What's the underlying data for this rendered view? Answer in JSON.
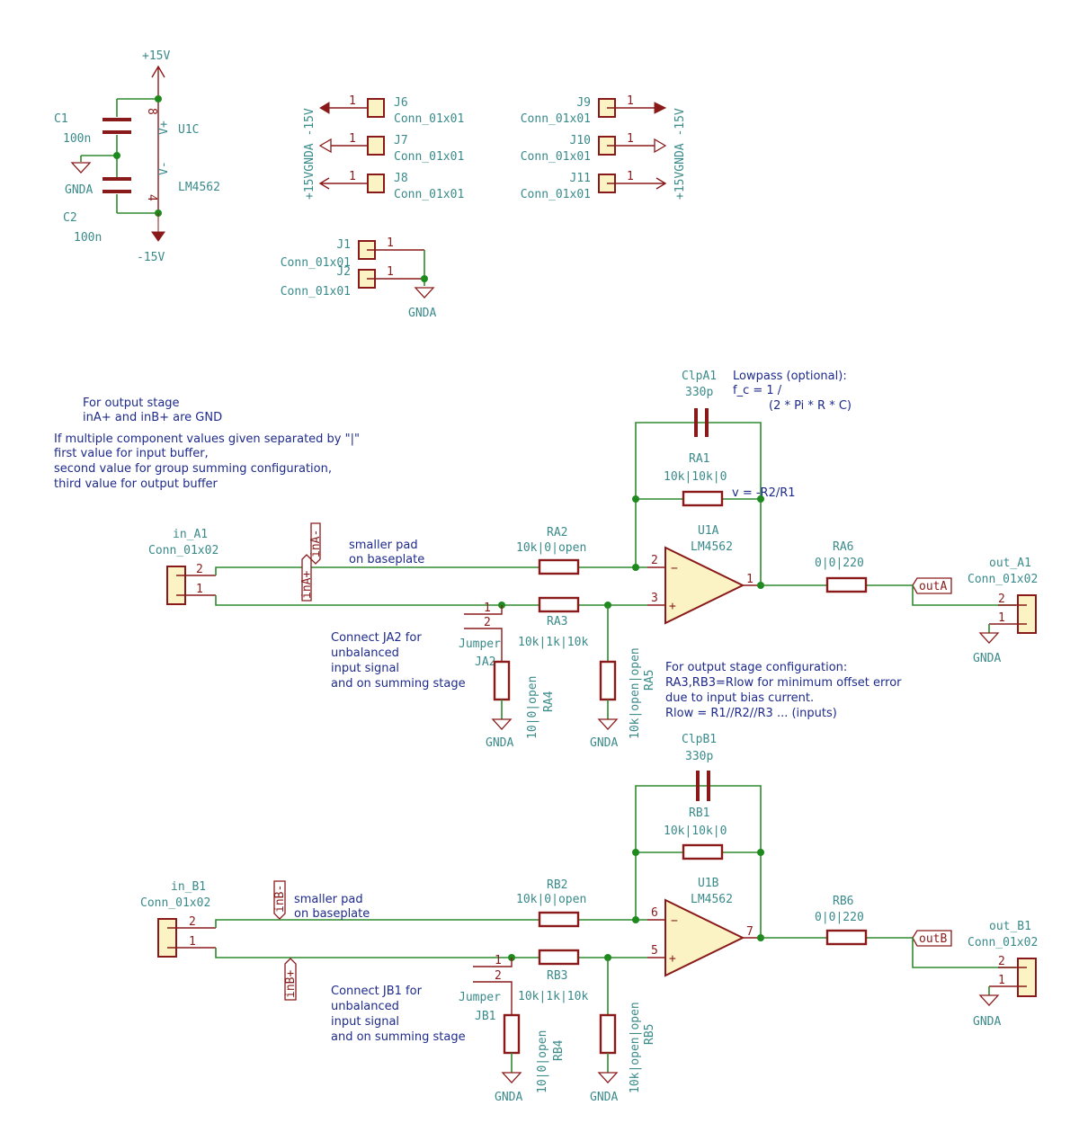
{
  "power": {
    "pos_label": "+15V",
    "neg_label": "-15V",
    "gnd_label": "GNDA",
    "u1c": {
      "ref": "U1C",
      "value": "LM4562",
      "pin_top": "8",
      "pin_bot": "4",
      "vplus": "V+",
      "vminus": "V-"
    },
    "c1": {
      "ref": "C1",
      "value": "100n"
    },
    "c2": {
      "ref": "C2",
      "value": "100n"
    }
  },
  "connectors_left": [
    {
      "ref": "J6",
      "value": "Conn_01x01",
      "pin": "1",
      "net": "-15V"
    },
    {
      "ref": "J7",
      "value": "Conn_01x01",
      "pin": "1",
      "net": "GNDA"
    },
    {
      "ref": "J8",
      "value": "Conn_01x01",
      "pin": "1",
      "net": "+15V"
    }
  ],
  "connectors_right": [
    {
      "ref": "J9",
      "value": "Conn_01x01",
      "pin": "1",
      "net": "-15V"
    },
    {
      "ref": "J10",
      "value": "Conn_01x01",
      "pin": "1",
      "net": "GNDA"
    },
    {
      "ref": "J11",
      "value": "Conn_01x01",
      "pin": "1",
      "net": "+15V"
    }
  ],
  "vertical_net_label": "+15VGNDA -15V",
  "mount": [
    {
      "ref": "J1",
      "value": "Conn_01x01",
      "pin": "1"
    },
    {
      "ref": "J2",
      "value": "Conn_01x01",
      "pin": "1"
    }
  ],
  "notes": {
    "output_stage": [
      "For output stage",
      "inA+ and inB+ are GND"
    ],
    "multi_values": [
      "If multiple component values given separated by \"|\"",
      "first value for input buffer,",
      "second value for group summing configuration,",
      "third value for output buffer"
    ],
    "lowpass": [
      "Lowpass (optional):",
      "f_c =      1 /",
      "(2 * Pi * R * C)"
    ],
    "gain": "v = -R2/R1",
    "smaller_pad": [
      "smaller pad",
      "on baseplate"
    ],
    "connect_ja2": [
      "Connect JA2 for",
      "unbalanced",
      "input signal",
      "and on summing stage"
    ],
    "connect_jb1": [
      "Connect JB1 for",
      "unbalanced",
      "input signal",
      "and on summing stage"
    ],
    "offset": [
      "For output stage configuration:",
      "RA3,RB3=Rlow for minimum offset error",
      "due to input bias current.",
      "Rlow = R1//R2//R3 ... (inputs)"
    ]
  },
  "channel_a": {
    "in_conn": {
      "ref": "in_A1",
      "value": "Conn_01x02",
      "pin2": "2",
      "pin1": "1"
    },
    "label_minus": "inA-",
    "label_plus": "inA+",
    "clp": {
      "ref": "ClpA1",
      "value": "330p"
    },
    "r1": {
      "ref": "RA1",
      "value": "10k|10k|0"
    },
    "r2": {
      "ref": "RA2",
      "value": "10k|0|open"
    },
    "r3": {
      "ref": "RA3",
      "value": "10k|1k|10k"
    },
    "r4": {
      "ref": "RA4",
      "value": "10|0|open"
    },
    "r5": {
      "ref": "RA5",
      "value": "10k|open|open"
    },
    "r6": {
      "ref": "RA6",
      "value": "0|0|220"
    },
    "opamp": {
      "ref": "U1A",
      "value": "LM4562",
      "pin_inv": "2",
      "pin_noninv": "3",
      "pin_out": "1"
    },
    "jumper": {
      "ref": "JA2",
      "value": "Jumper",
      "pin1": "1",
      "pin2": "2"
    },
    "out_label": "outA",
    "out_conn": {
      "ref": "out_A1",
      "value": "Conn_01x02",
      "pin2": "2",
      "pin1": "1"
    },
    "gnd": "GNDA"
  },
  "channel_b": {
    "in_conn": {
      "ref": "in_B1",
      "value": "Conn_01x02",
      "pin2": "2",
      "pin1": "1"
    },
    "label_minus": "inB-",
    "label_plus": "inB+",
    "clp": {
      "ref": "ClpB1",
      "value": "330p"
    },
    "r1": {
      "ref": "RB1",
      "value": "10k|10k|0"
    },
    "r2": {
      "ref": "RB2",
      "value": "10k|0|open"
    },
    "r3": {
      "ref": "RB3",
      "value": "10k|1k|10k"
    },
    "r4": {
      "ref": "RB4",
      "value": "10|0|open"
    },
    "r5": {
      "ref": "RB5",
      "value": "10k|open|open"
    },
    "r6": {
      "ref": "RB6",
      "value": "0|0|220"
    },
    "opamp": {
      "ref": "U1B",
      "value": "LM4562",
      "pin_inv": "6",
      "pin_noninv": "5",
      "pin_out": "7"
    },
    "jumper": {
      "ref": "JB1",
      "value": "Jumper",
      "pin1": "1",
      "pin2": "2"
    },
    "out_label": "outB",
    "out_conn": {
      "ref": "out_B1",
      "value": "Conn_01x02",
      "pin2": "2",
      "pin1": "1"
    },
    "gnd": "GNDA"
  }
}
